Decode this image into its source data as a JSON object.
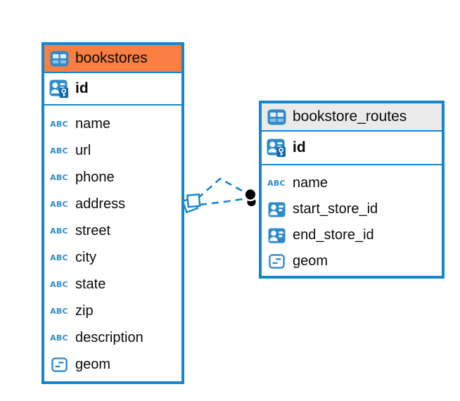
{
  "diagram_type": "entity-relationship",
  "colors": {
    "blue": "#1387CB",
    "icon_blue": "#2E8BCA",
    "key_badge": "#0F67A8",
    "orange": "#F87E42",
    "header_gray": "#EAEAEA",
    "text": "#0a0a0a",
    "dot": "#000000",
    "canvas": "#ffffff"
  },
  "icons": {
    "text_type_label": "ABC"
  },
  "tables": [
    {
      "name": "bookstores",
      "header_style": "orange",
      "primary_key": {
        "label": "id",
        "icon": "primary-key-icon"
      },
      "columns": [
        {
          "label": "name",
          "icon": "text-type-icon"
        },
        {
          "label": "url",
          "icon": "text-type-icon"
        },
        {
          "label": "phone",
          "icon": "text-type-icon"
        },
        {
          "label": "address",
          "icon": "text-type-icon"
        },
        {
          "label": "street",
          "icon": "text-type-icon"
        },
        {
          "label": "city",
          "icon": "text-type-icon"
        },
        {
          "label": "state",
          "icon": "text-type-icon"
        },
        {
          "label": "zip",
          "icon": "text-type-icon"
        },
        {
          "label": "description",
          "icon": "text-type-icon"
        },
        {
          "label": "geom",
          "icon": "geometry-type-icon"
        }
      ]
    },
    {
      "name": "bookstore_routes",
      "header_style": "gray",
      "primary_key": {
        "label": "id",
        "icon": "primary-key-icon"
      },
      "columns": [
        {
          "label": "name",
          "icon": "text-type-icon"
        },
        {
          "label": "start_store_id",
          "icon": "reference-icon"
        },
        {
          "label": "end_store_id",
          "icon": "reference-icon"
        },
        {
          "label": "geom",
          "icon": "geometry-type-icon"
        }
      ]
    }
  ],
  "relationships": [
    {
      "from_table": "bookstores",
      "to_table": "bookstore_routes",
      "line_style": "dashed",
      "source_marker": "stacked-squares",
      "end_marker": "black-dot"
    },
    {
      "from_table": "bookstores",
      "to_table": "bookstore_routes",
      "line_style": "dashed",
      "source_marker": "stacked-squares",
      "end_marker": "black-dot"
    }
  ]
}
